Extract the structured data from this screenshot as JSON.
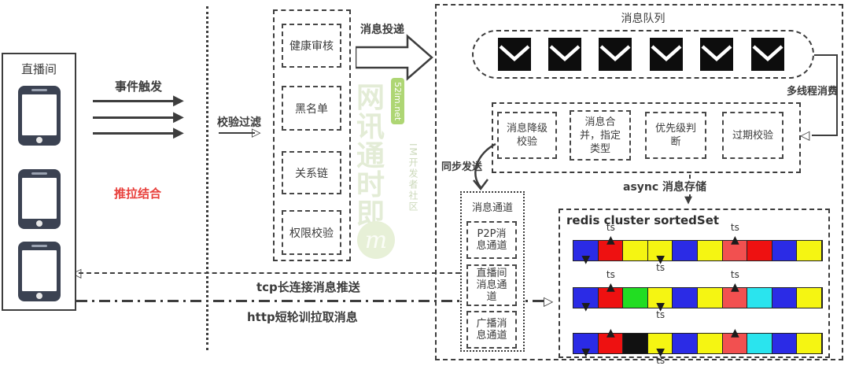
{
  "colors": {
    "line": "#3d3d3d",
    "accent_red": "#e8403c",
    "envelope_black": "#0d0d0d",
    "badge_green": "#9bcc52",
    "cell_palette": {
      "B": "#2b2be6",
      "R": "#ee1111",
      "r": "#f25050",
      "Y": "#f5f512",
      "G": "#22dd22",
      "C": "#2ae4ee",
      "K": "#111111"
    }
  },
  "left_panel": {
    "title": "直播间",
    "phone_count": 3
  },
  "labels": {
    "event_trigger": "事件触发",
    "push_pull": "推拉结合",
    "verify_filter": "校验过滤",
    "message_delivery": "消息投递",
    "queue_title": "消息队列",
    "multithread": "多线程消费",
    "sync_send": "同步发送",
    "async_store": "async 消息存储",
    "tcp_push": "tcp长连接消息推送",
    "http_pull": "http短轮训拉取消息"
  },
  "filter_box": {
    "items": [
      {
        "label": "健康审核"
      },
      {
        "label": "黑名单"
      },
      {
        "label": "关系链"
      },
      {
        "label": "权限校验"
      }
    ]
  },
  "queue": {
    "envelope_count": 6
  },
  "processing": {
    "items": [
      {
        "label": "消息降级校验",
        "lines": [
          "消息降级",
          "校验"
        ]
      },
      {
        "label": "消息合并，指定类型",
        "lines": [
          "消息合",
          "并，指定",
          "类型"
        ]
      },
      {
        "label": "优先级判断",
        "lines": [
          "优先级判",
          "断"
        ]
      },
      {
        "label": "过期校验",
        "lines": [
          "过期校验"
        ]
      }
    ]
  },
  "channels": {
    "title": "消息通道",
    "items": [
      {
        "label": "P2P消息通道",
        "lines": [
          "P2P消",
          "息通道"
        ]
      },
      {
        "label": "直播间消息通道",
        "lines": [
          "直播间",
          "消息通",
          "道"
        ]
      },
      {
        "label": "广播消息通道",
        "lines": [
          "广播消",
          "息通道"
        ]
      }
    ]
  },
  "redis": {
    "title": "redis cluster sortedSet",
    "ts_label": "ts",
    "rows": [
      {
        "cells": [
          "B",
          "R",
          "Y",
          "Y",
          "B",
          "Y",
          "r",
          "R",
          "B",
          "Y"
        ],
        "up_markers": [
          1,
          6
        ],
        "down_markers": [
          0,
          3
        ],
        "ts_above": [
          1,
          6
        ],
        "ts_below": [
          3
        ]
      },
      {
        "cells": [
          "B",
          "R",
          "G",
          "Y",
          "B",
          "Y",
          "r",
          "C",
          "B",
          "Y"
        ],
        "up_markers": [
          1,
          6
        ],
        "down_markers": [
          0,
          3
        ],
        "ts_above": [
          1,
          6
        ],
        "ts_below": [
          3
        ]
      },
      {
        "cells": [
          "B",
          "R",
          "K",
          "Y",
          "B",
          "Y",
          "r",
          "C",
          "B",
          "Y"
        ],
        "up_markers": [
          1,
          6
        ],
        "down_markers": [
          0,
          3
        ],
        "ts_above": [],
        "ts_below": [
          3
        ]
      }
    ]
  },
  "watermark": {
    "vertical_text": "网讯通时即",
    "badge": "52im.net",
    "community": "IM开发者社区",
    "logo_letter": "m"
  }
}
